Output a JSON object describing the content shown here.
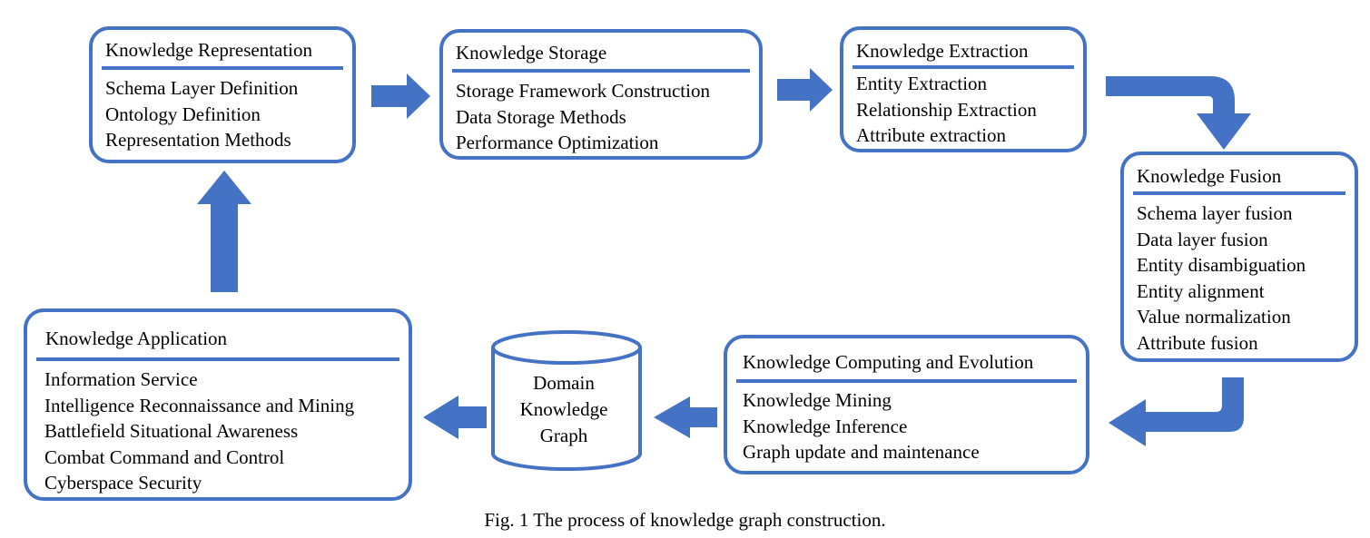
{
  "boxes": {
    "representation": {
      "title": "Knowledge Representation",
      "items": [
        "Schema Layer Definition",
        "Ontology Definition",
        "Representation Methods"
      ]
    },
    "storage": {
      "title": "Knowledge Storage",
      "items": [
        "Storage Framework Construction",
        "Data Storage Methods",
        "Performance Optimization"
      ]
    },
    "extraction": {
      "title": "Knowledge Extraction",
      "items": [
        "Entity Extraction",
        "Relationship Extraction",
        "Attribute extraction"
      ]
    },
    "fusion": {
      "title": "Knowledge Fusion",
      "items": [
        "Schema layer fusion",
        "Data layer fusion",
        "Entity disambiguation",
        "Entity alignment",
        "Value normalization",
        "Attribute fusion"
      ]
    },
    "computing": {
      "title": "Knowledge Computing and Evolution",
      "items": [
        "Knowledge Mining",
        "Knowledge Inference",
        "Graph update and maintenance"
      ]
    },
    "application": {
      "title": "Knowledge Application",
      "items": [
        "Information Service",
        "Intelligence Reconnaissance and Mining",
        "Battlefield Situational Awareness",
        "Combat Command and Control",
        "Cyberspace Security"
      ]
    }
  },
  "cylinder": {
    "lines": [
      "Domain",
      "Knowledge",
      "Graph"
    ]
  },
  "caption": "Fig. 1  The process of knowledge graph construction.",
  "colors": {
    "accent": "#4472c4"
  }
}
